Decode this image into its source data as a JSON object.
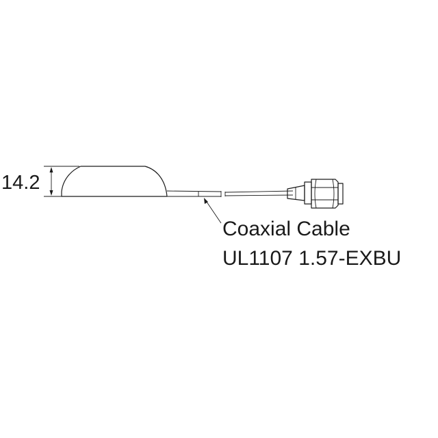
{
  "dimension": {
    "height_value": "14.2"
  },
  "callout": {
    "line1": "Coaxial Cable",
    "line2": "UL1107 1.57-EXBU"
  }
}
